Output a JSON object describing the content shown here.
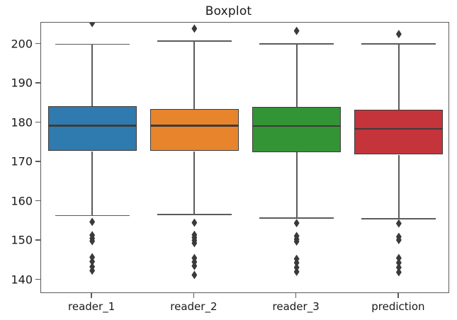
{
  "chart_data": {
    "type": "box",
    "title": "Boxplot",
    "xlabel": "",
    "ylabel": "",
    "ylim": [
      136.5,
      205.5
    ],
    "yticks": [
      140,
      150,
      160,
      170,
      180,
      190,
      200
    ],
    "ytick_labels": [
      "140",
      "150",
      "160",
      "170",
      "180",
      "190",
      "200"
    ],
    "grid": false,
    "legend": null,
    "categories": [
      "reader_1",
      "reader_2",
      "reader_3",
      "prediction"
    ],
    "colors": [
      "#2f7bb0",
      "#e8842c",
      "#339436",
      "#c4343a"
    ],
    "edge_color": "#3c3c3c",
    "whisker_color": "#5b5b5b",
    "flier_color": "#3a3a3a",
    "boxes": [
      {
        "name": "reader_1",
        "color": "#2f7bb0",
        "q1": 172.8,
        "median": 179.3,
        "q3": 184.2,
        "whisker_low": 156.4,
        "whisker_high": 200.0,
        "fliers": [
          205.4,
          154.8,
          151.4,
          150.6,
          149.9,
          145.8,
          144.7,
          143.4,
          142.4
        ]
      },
      {
        "name": "reader_2",
        "color": "#e8842c",
        "q1": 172.8,
        "median": 179.3,
        "q3": 183.6,
        "whisker_low": 156.7,
        "whisker_high": 200.8,
        "fliers": [
          204.0,
          154.6,
          151.5,
          150.8,
          150.1,
          149.4,
          145.6,
          144.6,
          143.6,
          141.3
        ]
      },
      {
        "name": "reader_3",
        "color": "#339436",
        "q1": 172.5,
        "median": 179.2,
        "q3": 184.0,
        "whisker_low": 155.8,
        "whisker_high": 200.1,
        "fliers": [
          203.4,
          154.5,
          151.2,
          150.4,
          149.8,
          145.4,
          144.4,
          143.2,
          142.1
        ]
      },
      {
        "name": "prediction",
        "color": "#c4343a",
        "q1": 171.9,
        "median": 178.5,
        "q3": 183.4,
        "whisker_low": 155.6,
        "whisker_high": 200.1,
        "fliers": [
          202.6,
          154.4,
          151.0,
          150.2,
          145.6,
          144.4,
          143.2,
          142.0
        ]
      }
    ]
  }
}
